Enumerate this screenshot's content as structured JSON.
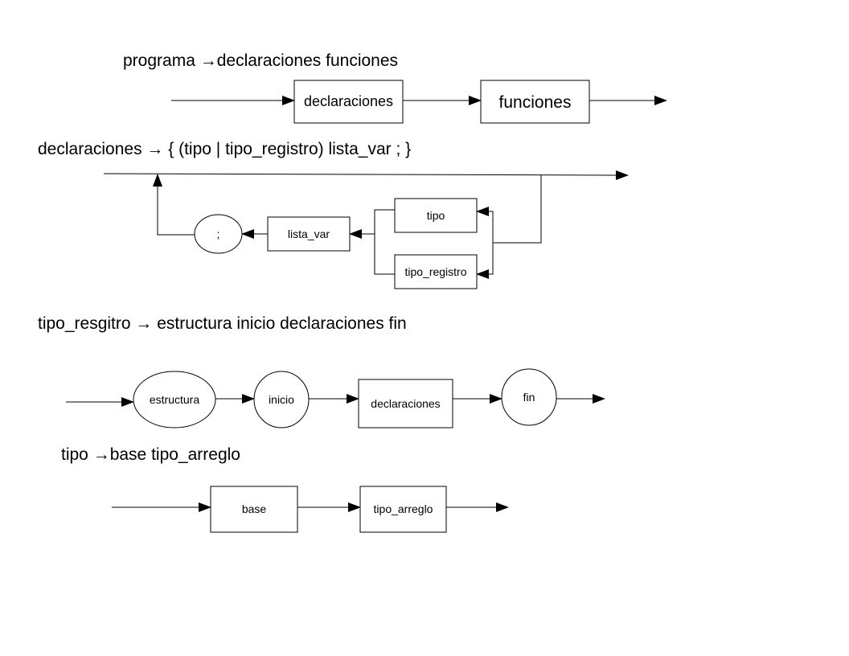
{
  "colors": {
    "stroke": "#000000",
    "background": "#ffffff"
  },
  "rule_programa": {
    "heading": "programa →declaraciones funciones",
    "box_declaraciones": "declaraciones",
    "box_funciones": "funciones"
  },
  "rule_declaraciones": {
    "heading": "declaraciones → { (tipo | tipo_registro) lista_var ; }",
    "box_tipo": "tipo",
    "box_tipo_registro": "tipo_registro",
    "box_lista_var": "lista_var",
    "circle_semicolon": ";"
  },
  "rule_tipo_registro": {
    "heading": "tipo_resgitro → estructura inicio declaraciones fin",
    "ellipse_estructura": "estructura",
    "circle_inicio": "inicio",
    "box_declaraciones": "declaraciones",
    "circle_fin": "fin"
  },
  "rule_tipo": {
    "heading": "tipo →base tipo_arreglo",
    "box_base": "base",
    "box_tipo_arreglo": "tipo_arreglo"
  }
}
